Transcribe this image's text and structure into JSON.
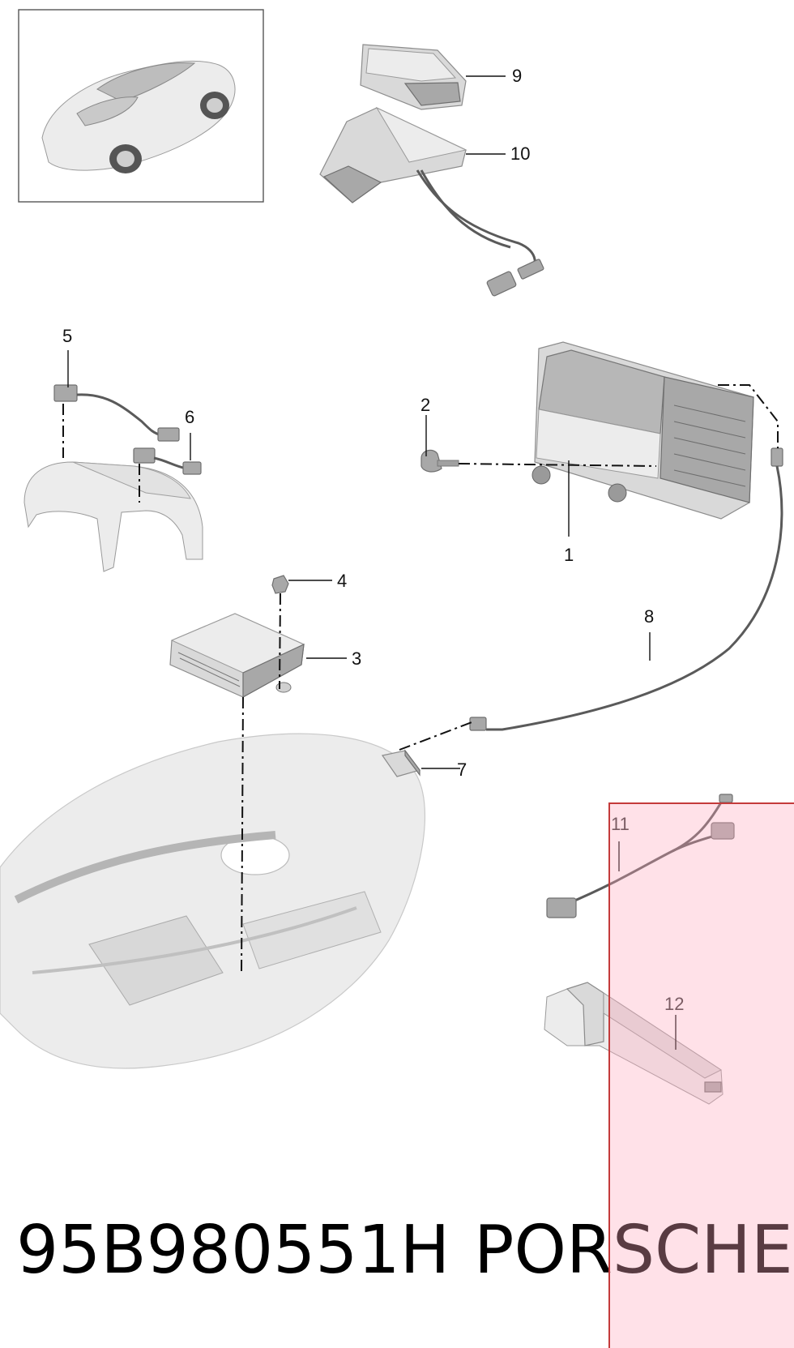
{
  "diagram": {
    "callouts": [
      "1",
      "2",
      "3",
      "4",
      "5",
      "6",
      "7",
      "8",
      "9",
      "10",
      "11",
      "12"
    ]
  },
  "caption": {
    "part_number": "95B980551H",
    "brand": "PORSCHE"
  },
  "colors": {
    "highlight_fill": "#ffd9e0",
    "highlight_border": "#c43a3a"
  }
}
